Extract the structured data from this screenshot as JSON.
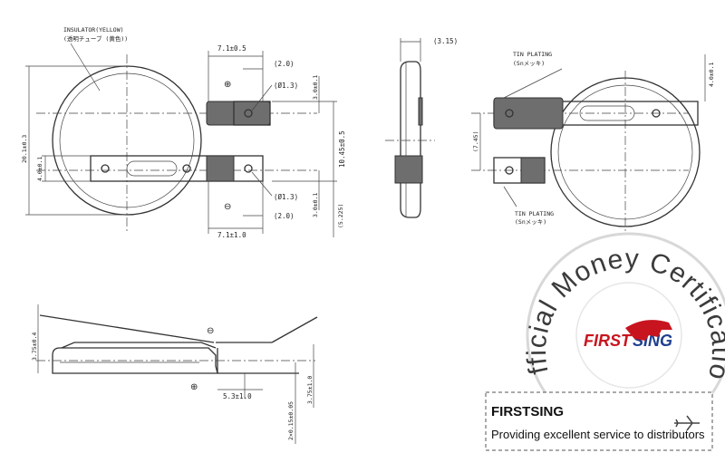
{
  "labels": {
    "insulator": "INSULATOR(YELLOW)",
    "insulator_jp": "(透明チューブ (黄色))",
    "dim_top_width": "7.1±0.5",
    "dim_top_gap": "(2.0)",
    "dim_hole_top": "(Ø1.3)",
    "dim_right_top": "3.0±0.1",
    "dim_span": "10.45±0.5",
    "dim_right_bottom": "3.0±0.1",
    "dim_5225": "(5.225)",
    "dim_hole_bottom": "(Ø1.3)",
    "dim_bottom_gap": "(2.0)",
    "dim_bottom_width": "7.1±1.0",
    "dim_diameter": "20.1±0.3",
    "dim_left_height": "4.0±0.1",
    "dim_thickness": "(3.15)",
    "tin_plating_top": "TIN PLATING",
    "tin_plating_top_jp": "(Snメッキ)",
    "tin_plating_bottom": "TIN PLATING",
    "tin_plating_bottom_jp": "(Snメッキ)",
    "dim_745": "(7.45)",
    "dim_right_40": "4.0±0.1",
    "dim_375_left": "3.75±0.4",
    "dim_53": "5.3±1.0",
    "dim_015": "2×0.15±0.05",
    "dim_375_right": "3.75±1.0",
    "plus": "⊕",
    "minus": "⊖"
  },
  "watermark": {
    "seal_text": "Official Money Certification",
    "brand_part1": "FIRST",
    "brand_part2": "SING",
    "banner_title": "FIRSTSING",
    "banner_subtitle": "Providing excellent service to distributors",
    "colors": {
      "brand_red": "#c8141e",
      "brand_blue": "#1f3f8f",
      "seal_gray": "#3b3b3b"
    },
    "icon": "airplane-icon"
  }
}
